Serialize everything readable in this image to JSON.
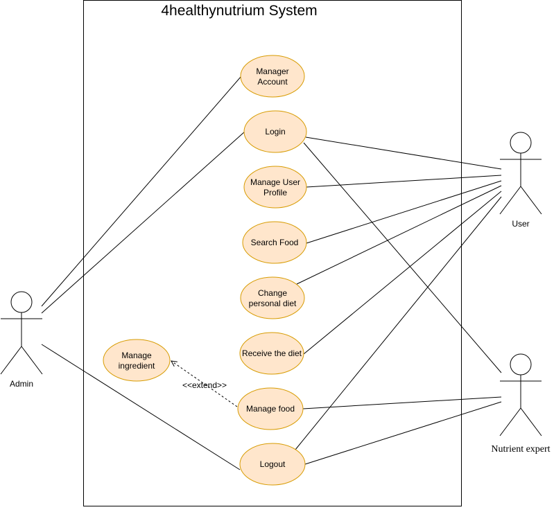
{
  "system": {
    "title": "4healthynutrium System"
  },
  "colors": {
    "usecase_fill": "#ffe6cc",
    "usecase_stroke": "#d79b00",
    "line": "#000000"
  },
  "actors": {
    "admin": {
      "label": "Admin"
    },
    "user": {
      "label": "User"
    },
    "expert": {
      "label": "Nutrient expert"
    }
  },
  "usecases": {
    "manager_account": {
      "line1": "Manager",
      "line2": "Account"
    },
    "login": {
      "line1": "Login"
    },
    "manage_user_profile": {
      "line1": "Manage User",
      "line2": "Profile"
    },
    "search_food": {
      "line1": "Search Food"
    },
    "change_personal_diet": {
      "line1": "Change",
      "line2": "personal diet"
    },
    "receive_diet": {
      "line1": "Receive the diet"
    },
    "manage_ingredient": {
      "line1": "Manage",
      "line2": "ingredient"
    },
    "manage_food": {
      "line1": "Manage food"
    },
    "logout": {
      "line1": "Logout"
    }
  },
  "relations": {
    "extend_label": "<<extend>>"
  }
}
